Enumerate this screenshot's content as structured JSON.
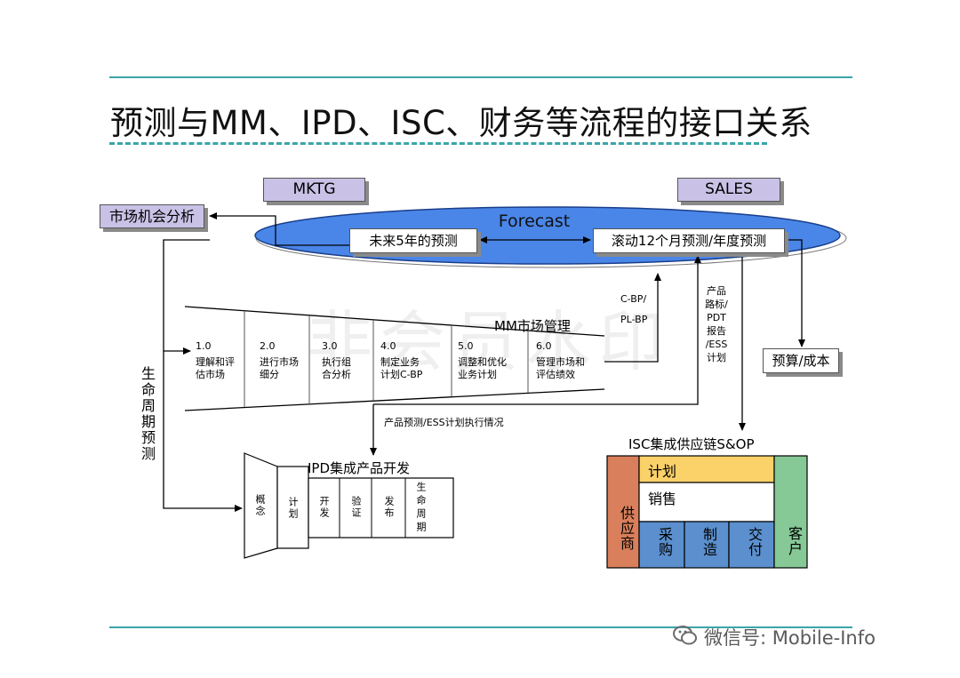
{
  "title": "预测与MM、IPD、ISC、财务等流程的接口关系",
  "labels": {
    "mktg": "MKTG",
    "sales": "SALES",
    "forecast": "Forecast",
    "market_analysis": "市场机会分析",
    "five_year": "未来5年的预测",
    "rolling": "滚动12个月预测/年度预测",
    "budget": "预算/成本",
    "cbp": "C-BP/",
    "plbp": "PL-BP",
    "product_roadmap": [
      "产品",
      "路标/",
      "PDT",
      "报告",
      "/ESS",
      "计划"
    ],
    "lifecycle_forecast": "生命周期预测",
    "exec_status": "产品预测/ESS计划执行情况"
  },
  "mm": {
    "title": "MM市场管理",
    "steps": [
      {
        "num": "1.0",
        "text": [
          "理解和评",
          "估市场"
        ]
      },
      {
        "num": "2.0",
        "text": [
          "进行市场",
          "细分"
        ]
      },
      {
        "num": "3.0",
        "text": [
          "执行组",
          "合分析"
        ]
      },
      {
        "num": "4.0",
        "text": [
          "制定业务",
          "计划C-BP"
        ]
      },
      {
        "num": "5.0",
        "text": [
          "调整和优化",
          "业务计划"
        ]
      },
      {
        "num": "6.0",
        "text": [
          "管理市场和",
          "评估绩效"
        ]
      }
    ]
  },
  "ipd": {
    "title": "IPD集成产品开发",
    "phases": [
      "概念",
      "计划",
      "开发",
      "验证",
      "发布",
      "生命周期"
    ]
  },
  "isc": {
    "title": "ISC集成供应链S&OP",
    "supplier": "供应商",
    "customer": "客户",
    "plan": "计划",
    "sales": "销售",
    "ops": [
      "采购",
      "制造",
      "交付"
    ]
  },
  "watermark": "非会员水印",
  "footer": "微信号: Mobile-Info",
  "colors": {
    "accent_line": "#3aa5a8",
    "ellipse_fill": "#4a86e8",
    "label_box": "#c9c2e6",
    "isc_supplier": "#d97f5b",
    "isc_plan": "#fbd169",
    "isc_ops": "#5b8fce",
    "isc_customer": "#86c896"
  }
}
